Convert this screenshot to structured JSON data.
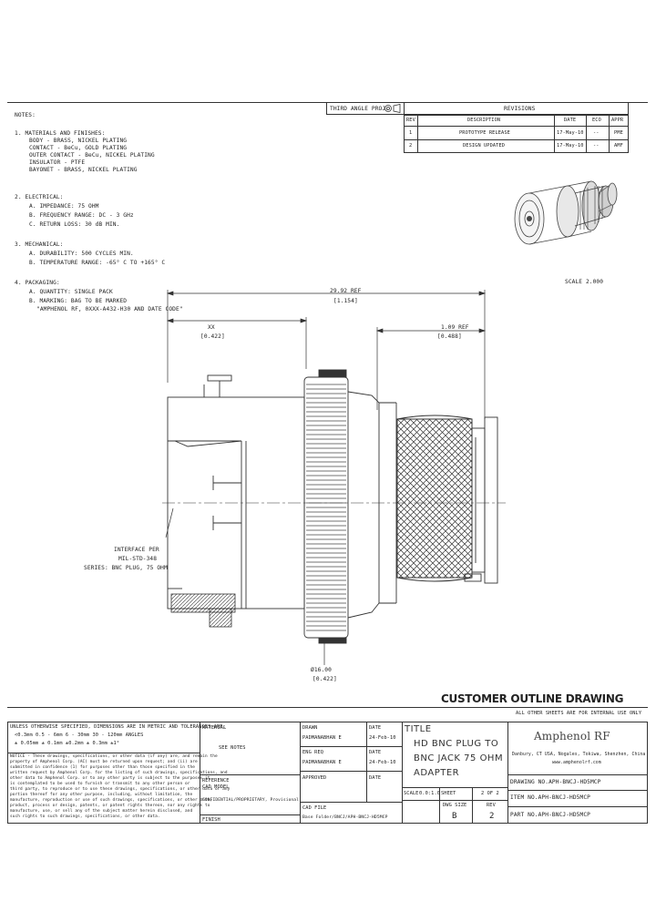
{
  "notes": {
    "heading": "NOTES:",
    "n1": "1.  MATERIALS AND FINISHES:",
    "n1a": "BODY - BRASS, NICKEL PLATING",
    "n1b": "CONTACT - BeCu, GOLD PLATING",
    "n1c": "OUTER CONTACT - BeCu, NICKEL PLATING",
    "n1d": "INSULATOR - PTFE",
    "n1e": "BAYONET - BRASS, NICKEL PLATING",
    "n2": "2.  ELECTRICAL:",
    "n2a": "A. IMPEDANCE: 75 OHM",
    "n2b": "B. FREQUENCY RANGE: DC - 3 GHz",
    "n2c": "C. RETURN LOSS: 30 dB MIN.",
    "n3": "3.  MECHANICAL:",
    "n3a": "A. DURABILITY: 500 CYCLES MIN.",
    "n3b": "B. TEMPERATURE RANGE: -65° C TO +165° C",
    "n4": "4.  PACKAGING:",
    "n4a": "A. QUANTITY: SINGLE PACK",
    "n4b": "B. MARKING: BAG TO BE MARKED",
    "n4c": "\"AMPHENOL RF, 0XXX-A432-H30 AND DATE CODE\""
  },
  "revisions": {
    "angle_label": "THIRD ANGLE PROJ.",
    "heading": "REVISIONS",
    "col_rev": "REV",
    "col_desc": "DESCRIPTION",
    "col_date": "DATE",
    "col_eco": "ECO",
    "col_appr": "APPR",
    "rows": [
      {
        "rev": "1",
        "desc": "PROTOTYPE RELEASE",
        "date": "17-May-10",
        "eco": "--",
        "appr": "PME"
      },
      {
        "rev": "2",
        "desc": "DESIGN UPDATED",
        "date": "17-May-10",
        "eco": "--",
        "appr": "AMF"
      }
    ]
  },
  "drawing": {
    "scale": "SCALE 2.000",
    "dim_overall": "29.92 REF",
    "dim_overall_in": "[1.154]",
    "dim_left": "XX",
    "dim_left_in": "[0.422]",
    "dim_right": "1.09 REF",
    "dim_right_in": "[0.488]",
    "dim_dia": "Ø16.00",
    "dim_dia_in": "[0.422]",
    "interface_1": "INTERFACE PER",
    "interface_2": "MIL-STD-348",
    "interface_3": "SERIES: BNC PLUG, 75 OHM"
  },
  "banner": {
    "title": "CUSTOMER OUTLINE DRAWING",
    "subtitle": "ALL OTHER SHEETS ARE FOR INTERNAL USE ONLY"
  },
  "titleblock": {
    "tol_1": "UNLESS OTHERWISE SPECIFIED, DIMENSIONS ARE IN METRIC AND TOLERANCES ARE:",
    "tol_2": "<0.3mm   0.5 - 6mm    6 - 30mm   30 - 120mm   ANGLES",
    "tol_3": "± 0.05mm   ± 0.1mm    ±0.2mm    ± 0.3mm      ±1°",
    "notice_1": "NOTICE - These drawings, specifications, or other data (if any) are, and remain the",
    "notice_2": "property of Amphenol Corp. (AC) must be returned upon request; and (ii) are",
    "notice_3": "submitted in confidence (1) for purposes other than those specified in the",
    "notice_4": "written request by Amphenol Corp. for the listing of such drawings, specifications, and",
    "notice_5": "other data to Amphenol Corp. or to any other party is subject to the purposes it",
    "notice_6": "is contemplated to be used to furnish or transmit to any other person or",
    "notice_7": "third party, to reproduce or to use these drawings, specifications, or other data or any",
    "notice_8": "portion thereof for any other purpose, including, without limitation, the",
    "notice_9": "manufacture, reproduction or use of such drawings, specifications, or other data,",
    "notice_10": "product, process or design, patents, or patent rights thereon, nor any rights to",
    "notice_11": "manufacture, use, or sell any of the subject matter herein disclosed, and",
    "notice_12": "such rights to such drawings, specifications, or other data.",
    "material_label": "MATERIAL",
    "material_value": "SEE NOTES",
    "reference_label": "REFERENCE",
    "reference_value": "CAD MODEL",
    "confidential": "CONFIDENTIAL/PROPRIETARY, Provisional",
    "finish_label": "FINISH",
    "drawn_label": "DRAWN",
    "drawn_value": "PADMANABHAN E",
    "drawn_date_label": "DATE",
    "drawn_date": "24-Feb-10",
    "eng_label": "ENG REQ",
    "eng_value": "PADMANABHAN E",
    "eng_date_label": "DATE",
    "eng_date": "24-Feb-10",
    "approved_label": "APPROVED",
    "approved_date_label": "DATE",
    "cad_label": "CAD FILE",
    "cad_value": "Base Folder/BNCJ/APH-BNCJ-HD5MCP",
    "title_label": "TITLE",
    "title_1": "HD BNC PLUG TO",
    "title_2": "BNC JACK 75 OHM",
    "title_3": "ADAPTER",
    "scale_label": "SCALE",
    "scale_value": "0.0:1.0",
    "sheet_label": "SHEET",
    "sheet_value": "2 OF 2",
    "dwg_size_label": "DWG SIZE",
    "dwg_size": "B",
    "rev_label": "REV",
    "rev_value": "2",
    "company": "Amphenol RF",
    "address": "Danbury, CT USA, Nogales, Tokiwa, Shenzhen, China",
    "website": "www.amphenolrf.com",
    "drawing_no": "DRAWING NO.APH-BNCJ-HD5MCP",
    "item_no": "ITEM NO.APH-BNCJ-HD5MCP",
    "part_no": "PART NO.APH-BNCJ-HD5MCP"
  }
}
